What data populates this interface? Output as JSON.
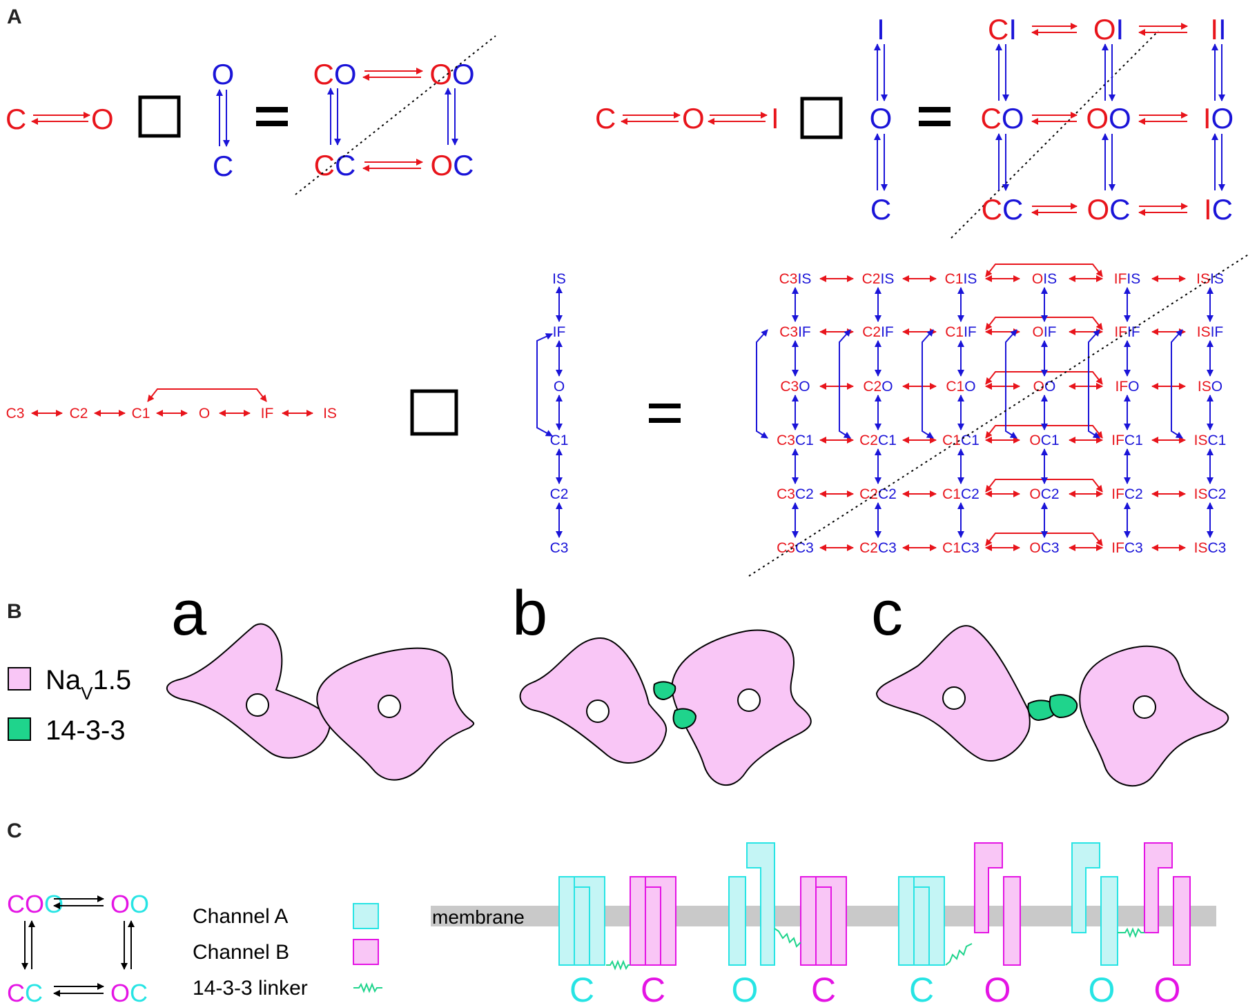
{
  "panels": {
    "a": "A",
    "b": "B",
    "c": "C"
  },
  "colors": {
    "red": "#e8141b",
    "blue": "#1a14d8",
    "cyan": "#27e4e4",
    "magenta": "#e414e4",
    "pink": "#f9c6f6",
    "teal": "#1fd48c",
    "black": "#000000",
    "membrane": "#c9c9c9",
    "cyan_fill": "#c4f5f5"
  },
  "symbols": {
    "product": "box-product-operator",
    "equals": "="
  },
  "panel_a": {
    "row1": {
      "chain": [
        "C",
        "O"
      ],
      "blue_chain": [
        "O",
        "C"
      ],
      "grid": [
        [
          "CO",
          "OO"
        ],
        [
          "CC",
          "OC"
        ]
      ]
    },
    "row2": {
      "chain": [
        "C",
        "O",
        "I"
      ],
      "blue_chain": [
        "I",
        "O",
        "C"
      ],
      "grid": [
        [
          "CI",
          "OI",
          "II"
        ],
        [
          "CO",
          "OO",
          "IO"
        ],
        [
          "CC",
          "OC",
          "IC"
        ]
      ]
    },
    "row3": {
      "chain": [
        "C3",
        "C2",
        "C1",
        "O",
        "IF",
        "IS"
      ],
      "blue_chain": [
        "IS",
        "IF",
        "O",
        "C1",
        "C2",
        "C3"
      ],
      "grid_row_suffix": [
        "IS",
        "IF",
        "O",
        "C1",
        "C2",
        "C3"
      ],
      "grid_col_prefix": [
        "C3",
        "C2",
        "C1",
        "O",
        "IF",
        "IS"
      ]
    }
  },
  "panel_b": {
    "legend": [
      {
        "name": "Na",
        "sub": "V",
        "rest": "1.5",
        "color": "pink"
      },
      {
        "name": "14-3-3",
        "color": "teal"
      }
    ],
    "subpanels": [
      "a",
      "b",
      "c"
    ]
  },
  "panel_c": {
    "scheme": [
      [
        "CO",
        "OO"
      ],
      [
        "CC",
        "OC"
      ]
    ],
    "legend": [
      {
        "label": "Channel A",
        "symbol": "cyan-square"
      },
      {
        "label": "Channel B",
        "symbol": "magenta-square"
      },
      {
        "label": "14-3-3 linker",
        "symbol": "zigzag"
      }
    ],
    "membrane_label": "membrane",
    "state_letters": [
      "C",
      "C",
      "O",
      "C",
      "C",
      "O",
      "O",
      "O"
    ]
  }
}
